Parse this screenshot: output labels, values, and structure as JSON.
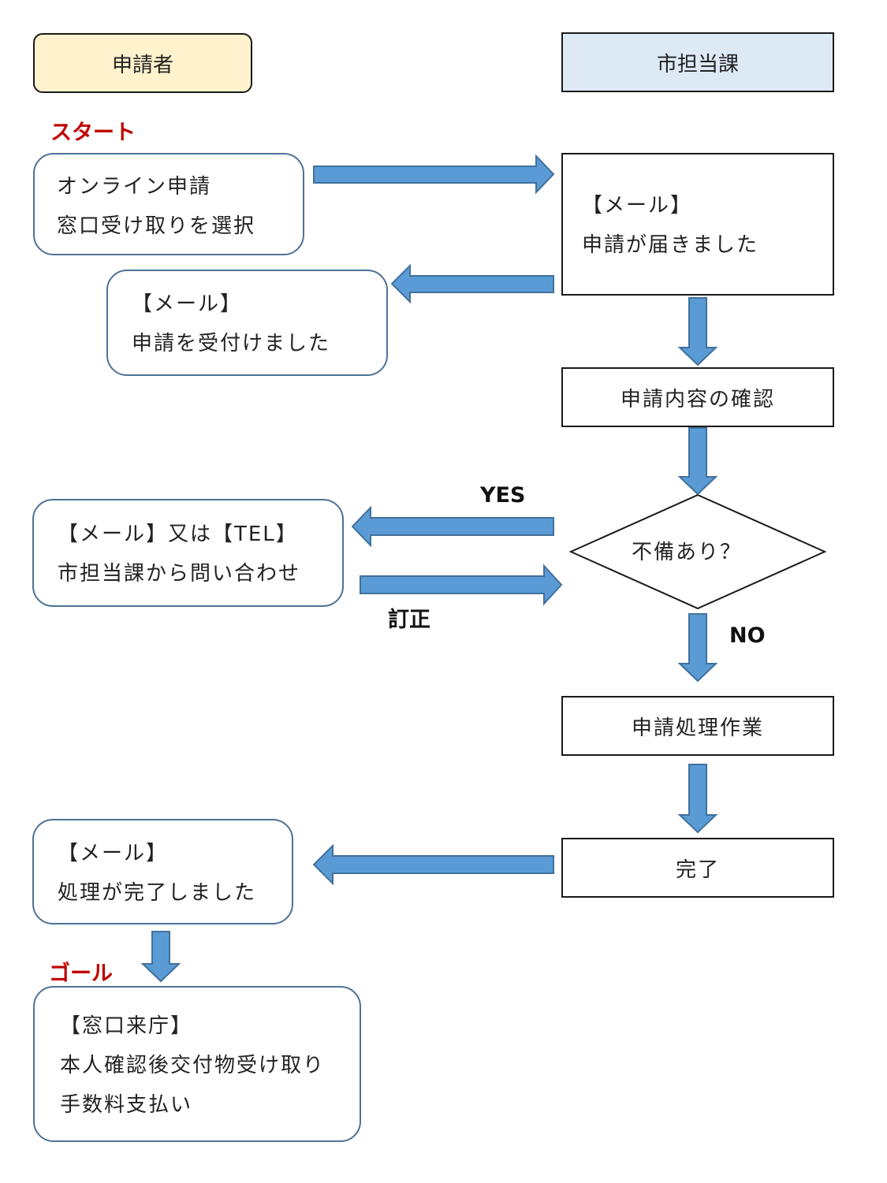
{
  "headers": {
    "applicant": "申請者",
    "city_dept": "市担当課"
  },
  "labels": {
    "start": "スタート",
    "goal": "ゴール",
    "yes": "YES",
    "no": "NO",
    "correction": "訂正"
  },
  "nodes": {
    "online_apply": {
      "line1": "オンライン申請",
      "line2": "窓口受け取りを選択"
    },
    "mail_received": {
      "line1": "【メール】",
      "line2": "申請が届きました"
    },
    "mail_accepted": {
      "line1": "【メール】",
      "line2": "申請を受付けました"
    },
    "check_content": "申請内容の確認",
    "deficiency": "不備あり？",
    "inquiry": {
      "line1": "【メール】又は【TEL】",
      "line2": "市担当課から問い合わせ"
    },
    "processing": "申請処理作業",
    "complete": "完了",
    "mail_done": {
      "line1": "【メール】",
      "line2": "処理が完了しました"
    },
    "counter_visit": {
      "line1": "【窓口来庁】",
      "line2": "本人確認後交付物受け取り",
      "line3": "手数料支払い"
    }
  },
  "colors": {
    "arrow_fill": "#5b9bd5",
    "arrow_stroke": "#41719c",
    "applicant_header_fill": "#fff2cc",
    "dept_header_fill": "#dde9f5",
    "rounded_box_border": "#4f7196",
    "label_red": "#c00000"
  }
}
